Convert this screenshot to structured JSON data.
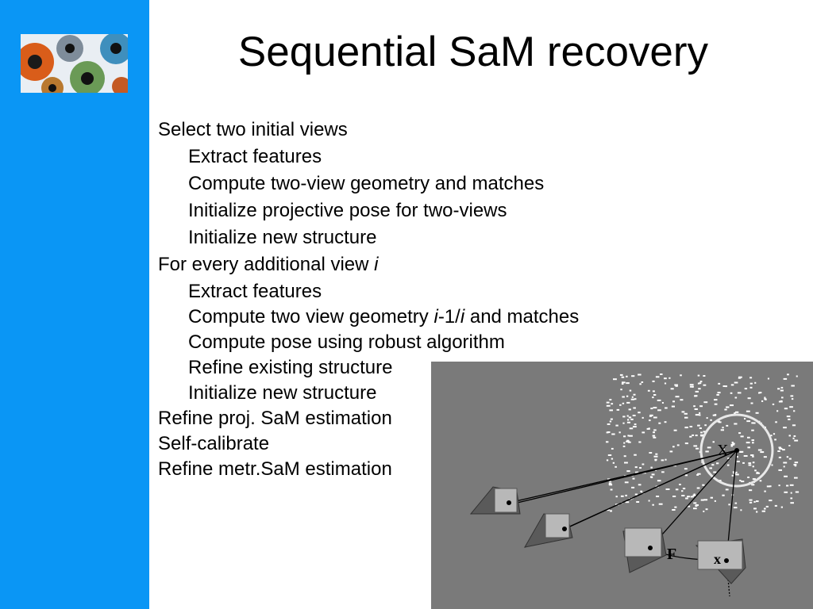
{
  "slide": {
    "title": "Sequential SaM recovery",
    "steps": [
      {
        "text": "Select two initial views",
        "level": 1
      },
      {
        "text": "Extract features",
        "level": 2
      },
      {
        "text": "Compute two-view geometry and matches",
        "level": 2
      },
      {
        "text": "Initialize projective pose for two-views",
        "level": 2
      },
      {
        "text": "Initialize new structure",
        "level": 2
      },
      {
        "text_pre": "For every additional view ",
        "text_italic": "i",
        "level": 1
      },
      {
        "text": "Extract features",
        "level": 2
      },
      {
        "text_pre": "Compute two view geometry ",
        "italic1": "i",
        "mid": "-1/",
        "italic2": "i",
        "text_post": " and matches",
        "level": 2
      },
      {
        "text": "Compute pose using robust algorithm",
        "level": 2
      },
      {
        "text": "Refine existing structure",
        "level": 2
      },
      {
        "text": "Initialize new structure",
        "level": 2
      },
      {
        "text": "Refine proj. SaM estimation",
        "level": 1
      },
      {
        "text": "Self-calibrate",
        "level": 1
      },
      {
        "text": "Refine metr.SaM estimation",
        "level": 1
      }
    ]
  },
  "figure": {
    "point_label": "X",
    "fundamental_label": "F",
    "image_point_label": "x"
  },
  "colors": {
    "sidebar": "#0a96f5",
    "figure_bg": "#7a7a7a"
  }
}
